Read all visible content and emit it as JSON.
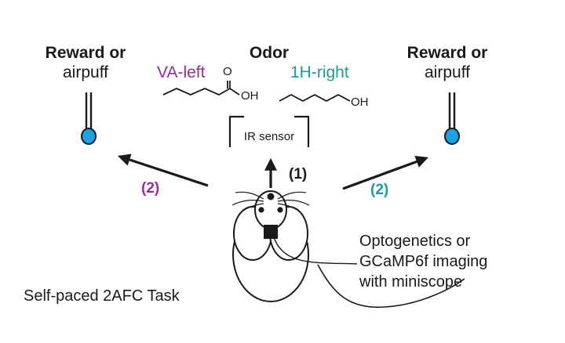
{
  "left_port": {
    "title": "Reward or",
    "subtitle": "airpuff",
    "step": "(2)"
  },
  "right_port": {
    "title": "Reward or",
    "subtitle": "airpuff",
    "step": "(2)"
  },
  "odor": {
    "title": "Odor",
    "left_label": "VA-left",
    "right_label": "1H-right",
    "left_atom_o": "O",
    "left_group_oh": "OH",
    "right_group_oh": "OH"
  },
  "sensor": {
    "label": "IR sensor",
    "step": "(1)"
  },
  "task_label": "Self-paced 2AFC Task",
  "imaging_label": [
    "Optogenetics or",
    "GCaMP6f imaging",
    "with miniscope"
  ],
  "colors": {
    "left": "#9b2a9e",
    "right": "#1f9a9a",
    "port_fill": "#1aa3e6",
    "ink": "#1a1a1a"
  }
}
